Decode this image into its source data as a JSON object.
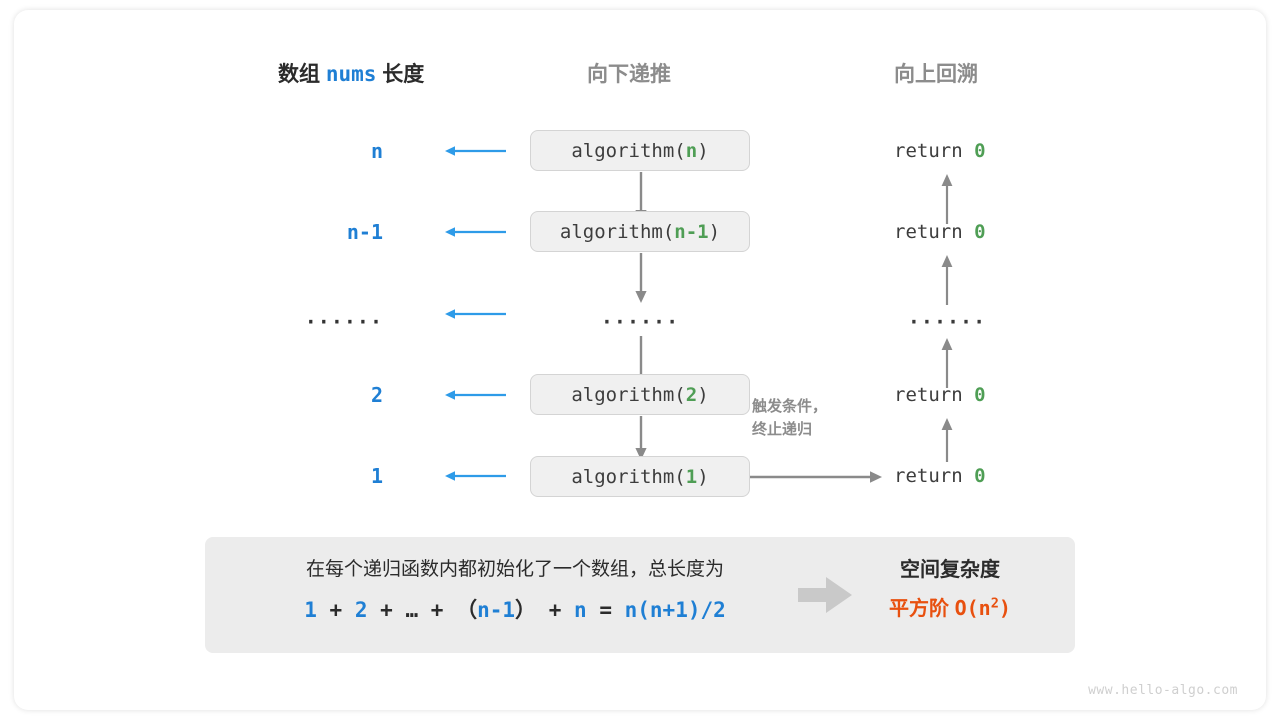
{
  "headers": {
    "left_pre": "数组",
    "left_code": "nums",
    "left_post": "长度",
    "middle": "向下递推",
    "right": "向上回溯"
  },
  "rows": [
    {
      "length": "n",
      "call_fn": "algorithm(",
      "call_arg": "n",
      "call_close": ")",
      "return_text": "return ",
      "return_val": "0"
    },
    {
      "length": "n-1",
      "call_fn": "algorithm(",
      "call_arg": "n-1",
      "call_close": ")",
      "return_text": "return ",
      "return_val": "0"
    },
    {
      "length": "······",
      "call_fn": "······",
      "call_arg": "",
      "call_close": "",
      "return_text": "······",
      "return_val": ""
    },
    {
      "length": "2",
      "call_fn": "algorithm(",
      "call_arg": "2",
      "call_close": ")",
      "return_text": "return ",
      "return_val": "0"
    },
    {
      "length": "1",
      "call_fn": "algorithm(",
      "call_arg": "1",
      "call_close": ")",
      "return_text": "return ",
      "return_val": "0"
    }
  ],
  "side_note": {
    "line1": "触发条件，",
    "line2": "终止递归"
  },
  "summary": {
    "text": "在每个递归函数内都初始化了一个数组，总长度为",
    "formula": {
      "t1": "1",
      "op1": "+",
      "t2": "2",
      "op2": "+",
      "ellipsis": "…",
      "op3": "+",
      "paren_open": "（",
      "t3": "n-1",
      "paren_close": "）",
      "op4": "+",
      "t4": "n",
      "eq": "=",
      "result": "n(n+1)/2"
    },
    "label": "空间复杂度",
    "complexity_name": "平方阶",
    "complexity_big_o": "O(n",
    "complexity_exp": "2",
    "complexity_tail": ")"
  },
  "watermark": "www.hello-algo.com",
  "colors": {
    "blue": "#1f7fd4",
    "green": "#4f9e55",
    "orange": "#e8500f",
    "gray_arrow": "#8a8a8a",
    "blue_arrow": "#2e9be8",
    "box_fill": "#f0f0f0",
    "panel_fill": "#ececec"
  }
}
